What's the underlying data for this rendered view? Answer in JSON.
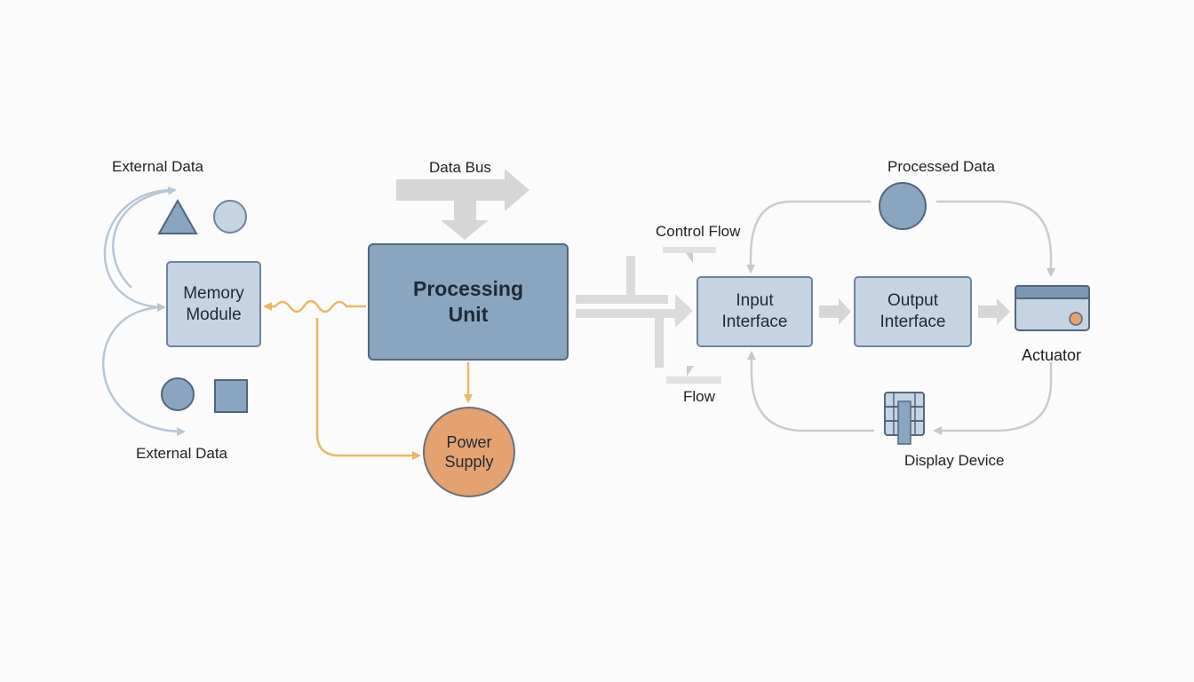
{
  "nodes": {
    "memory": "Memory\nModule",
    "processing": "Processing\nUnit",
    "power": "Power\nSupply",
    "input": "Input\nInterface",
    "output": "Output\nInterface"
  },
  "labels": {
    "external_top": "External Data",
    "external_bottom": "External Data",
    "data_bus": "Data Bus",
    "control_flow": "Control Flow",
    "flow": "Flow",
    "processed_data": "Processed Data",
    "actuator": "Actuator",
    "display_device": "Display Device"
  },
  "colors": {
    "box_light": "#c5d3e3",
    "box_main": "#8aa5bf",
    "shape_fill": "#8aa5bf",
    "power_fill": "#e5a271",
    "power_link": "#eab766",
    "connector_gray": "#cfd3d7",
    "connector_blue": "#b8c6d4"
  }
}
